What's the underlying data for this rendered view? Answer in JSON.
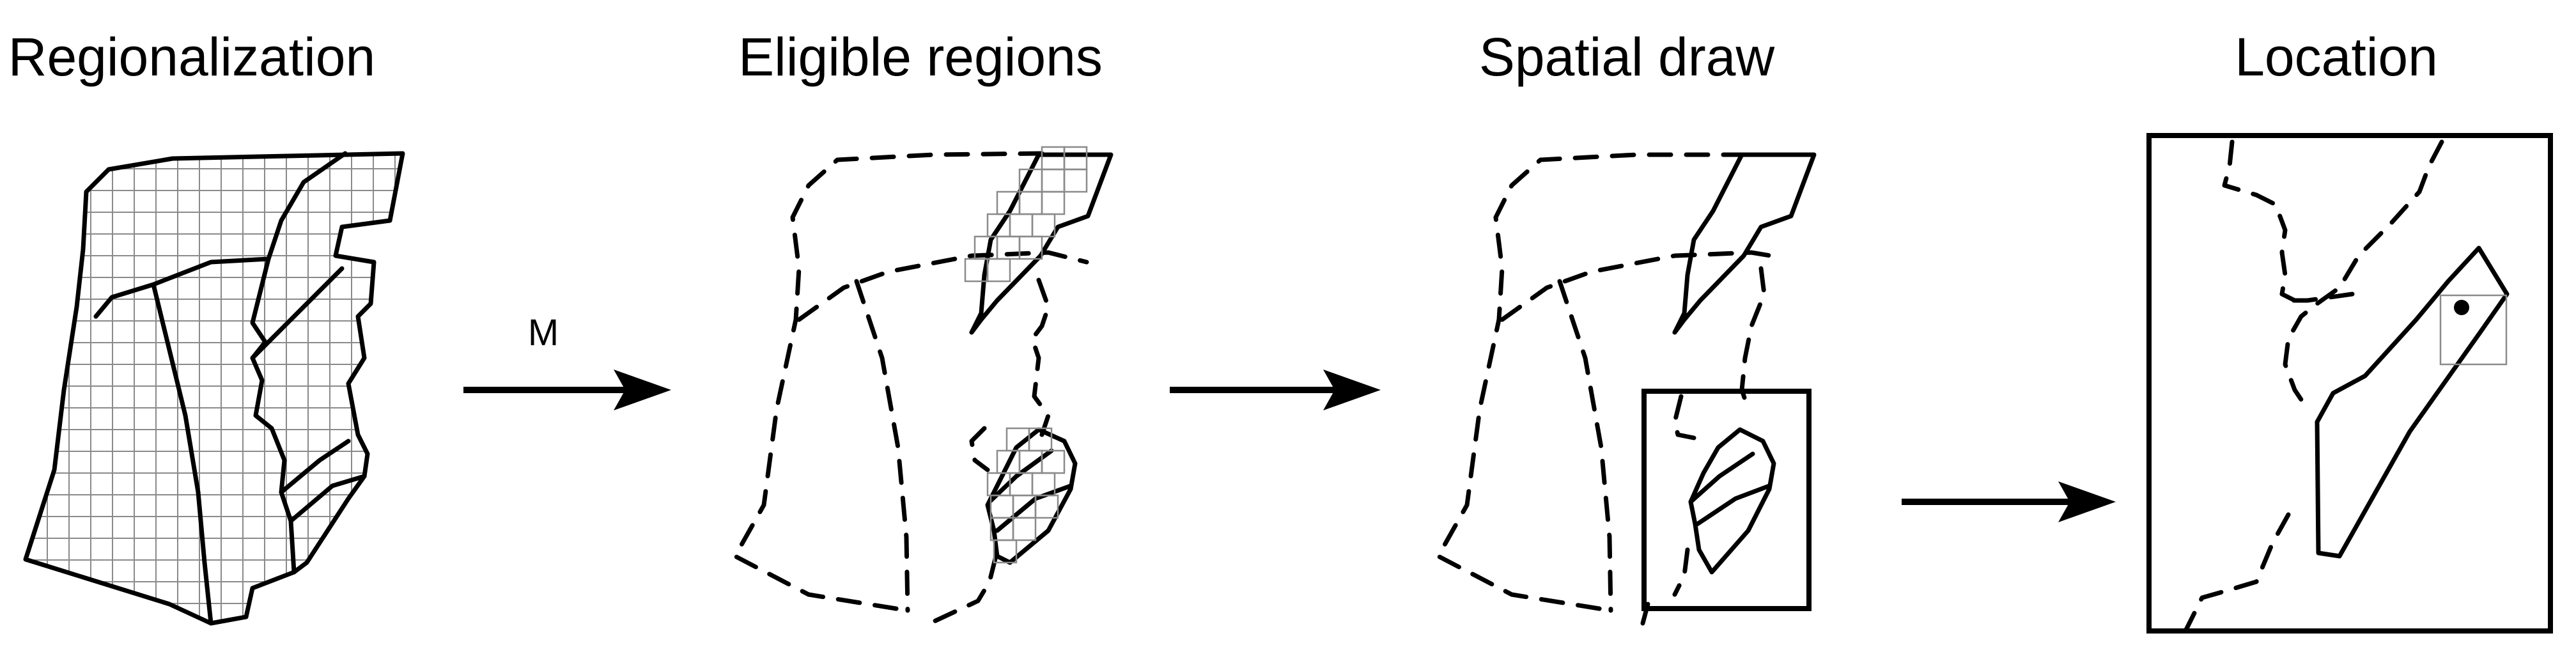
{
  "panels": {
    "regionalization": {
      "title": "Regionalization"
    },
    "eligible": {
      "title": "Eligible regions"
    },
    "spatial": {
      "title": "Spatial draw"
    },
    "location": {
      "title": "Location"
    }
  },
  "arrows": {
    "first_label": "M"
  },
  "colors": {
    "line": "#000000",
    "grid": "#8a8a8a",
    "background": "#ffffff"
  }
}
